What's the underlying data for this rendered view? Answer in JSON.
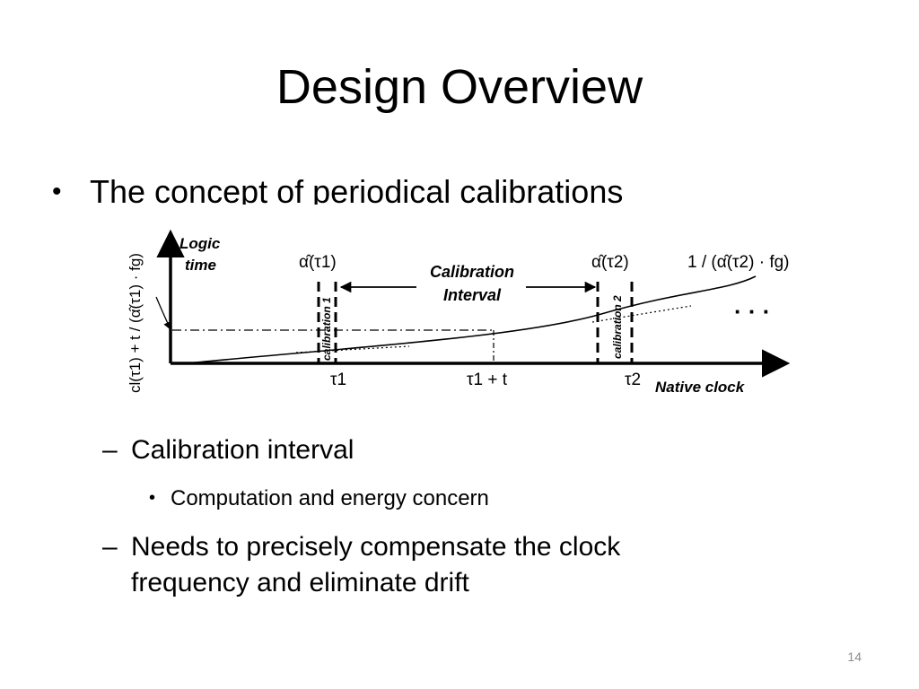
{
  "title": "Design Overview",
  "bullets": {
    "main": "The concept of periodical calibrations",
    "sub1": "Calibration interval",
    "sub1_child": "Computation and energy concern",
    "sub2_line1": "Needs to precisely compensate the clock",
    "sub2_line2": "frequency and eliminate drift",
    "bullet_mark": "•",
    "dash_mark": "–"
  },
  "diagram": {
    "y_axis_label_line1": "Logic",
    "y_axis_label_line2": "time",
    "x_axis_label": "Native clock",
    "alpha_tau1": "α̂(τ1)",
    "alpha_tau2": "α̂(τ2)",
    "interval_label_line1": "Calibration",
    "interval_label_line2": "Interval",
    "calibration1": "calibration 1",
    "calibration2": "calibration 2",
    "slope_label": "1 / (α̂(τ2) · fg)",
    "y_value_label": "cl(τ1) + t / (α̂(τ1) · fg)",
    "tick_tau1": "τ1",
    "tick_tau1_plus_t": "τ1 + t",
    "tick_tau2": "τ2",
    "ellipsis": "· · ·"
  },
  "slide_number": "14"
}
